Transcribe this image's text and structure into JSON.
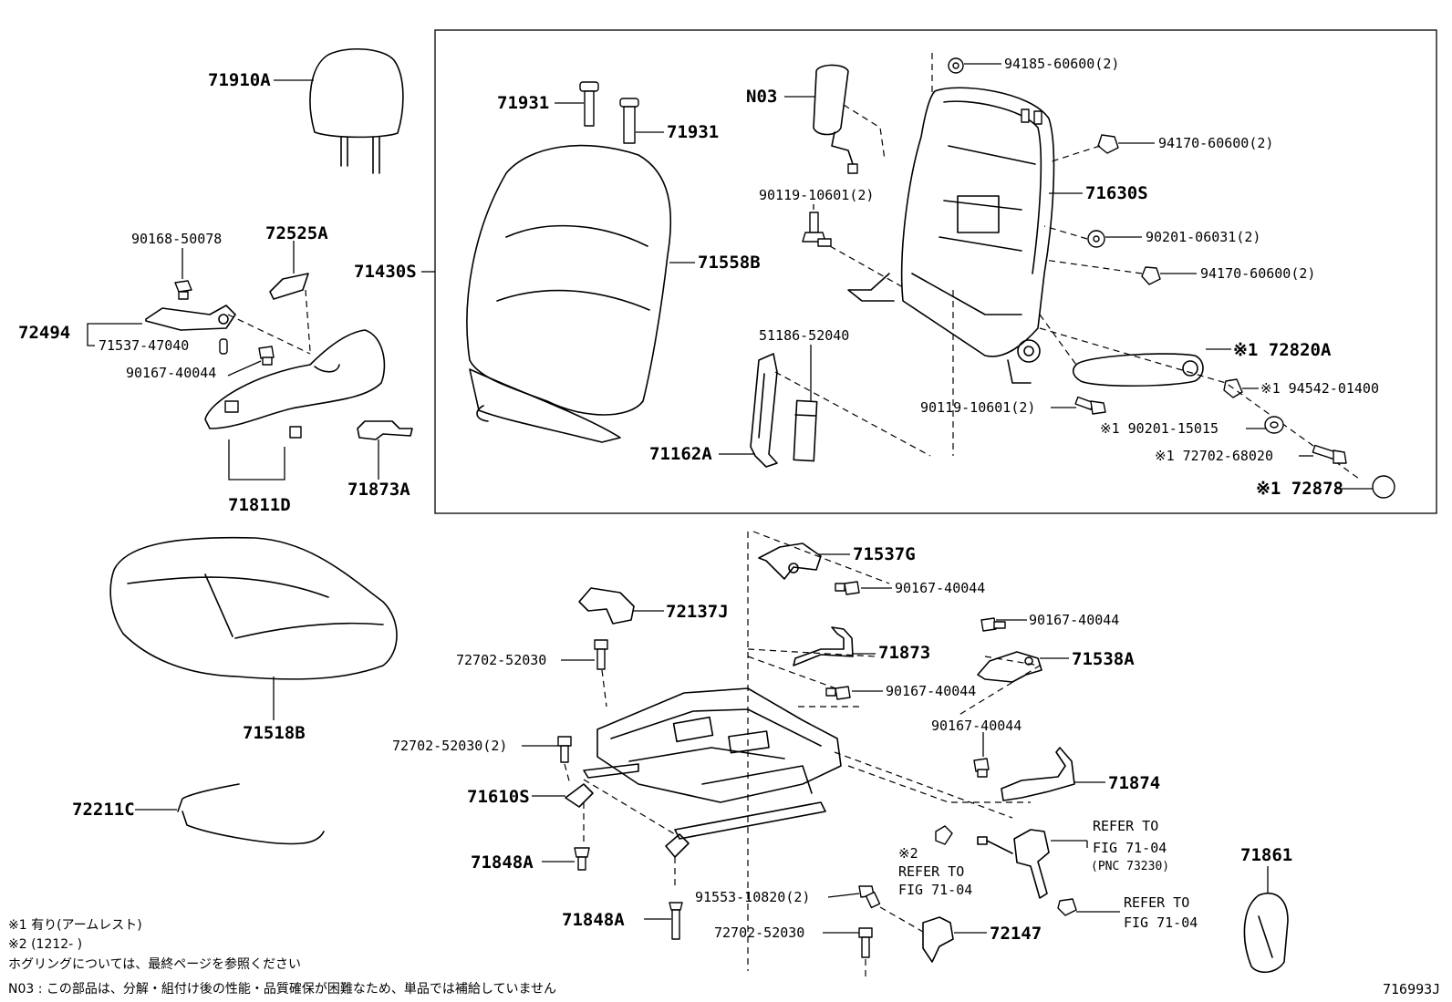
{
  "labels": {
    "l71910A": "71910A",
    "l71931a": "71931",
    "l71931b": "71931",
    "lN03": "N03",
    "l94185": "94185-60600(2)",
    "l94170a": "94170-60600(2)",
    "l71630S": "71630S",
    "l90119a": "90119-10601(2)",
    "l90201a": "90201-06031(2)",
    "l94170b": "94170-60600(2)",
    "l71430S": "71430S",
    "l71558B": "71558B",
    "l90168": "90168-50078",
    "l72525A": "72525A",
    "l72494": "72494",
    "l71537": "71537-47040",
    "l90167a": "90167-40044",
    "l51186": "51186-52040",
    "l72820A": "※1 72820A",
    "l94542": "※1 94542-01400",
    "l90119b": "90119-10601(2)",
    "l90201b": "※1 90201-15015",
    "l72702a": "※1 72702-68020",
    "l71162A": "71162A",
    "l72878": "※1 72878",
    "l71811D": "71811D",
    "l71873A": "71873A",
    "l71537G": "71537G",
    "l90167b": "90167-40044",
    "l72137J": "72137J",
    "l90167c": "90167-40044",
    "l72702b": "72702-52030",
    "l71873": "71873",
    "l71538A": "71538A",
    "l90167d": "90167-40044",
    "l71518B": "71518B",
    "l72702c": "72702-52030(2)",
    "l90167e": "90167-40044",
    "l71874": "71874",
    "l71610S": "71610S",
    "l72211C": "72211C",
    "l71848Aa": "71848A",
    "l71848Ab": "71848A",
    "lnote2": "※2",
    "lrefer1a": "REFER TO",
    "lrefer1b": "FIG 71-04",
    "lrefer2a": "REFER TO",
    "lrefer2b": "FIG 71-04",
    "lrefer2c": "(PNC 73230)",
    "lrefer3a": "REFER TO",
    "lrefer3b": "FIG 71-04",
    "l71861": "71861",
    "l91553": "91553-10820(2)",
    "l72147": "72147",
    "l72702d": "72702-52030"
  },
  "notes": {
    "n1": "※1 有り(アームレスト)",
    "n2": "※2 (1212-        )",
    "n3": "ホグリングについては、最終ページを参照ください",
    "n4": "N03 : この部品は、分解・組付け後の性能・品質確保が困難なため、単品では補給していません"
  },
  "figure_id": "716993J"
}
